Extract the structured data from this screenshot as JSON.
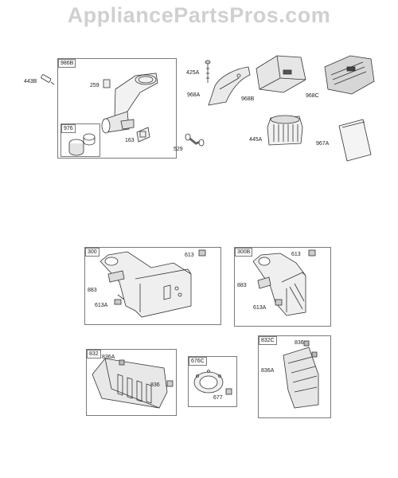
{
  "watermark": "AppliancePartsPros.com",
  "boxes": {
    "b986B": "986B",
    "b976": "976",
    "b300": "300",
    "b300B": "300B",
    "b832": "832",
    "b676C": "676C",
    "b832C": "832C"
  },
  "labels": {
    "p443B": "443B",
    "p259": "259",
    "p163": "163",
    "p425A": "425A",
    "p968A": "968A",
    "p529": "529",
    "p968B": "968B",
    "p445A": "445A",
    "p968C": "968C",
    "p967A": "967A",
    "p613_a": "613",
    "p883_a": "883",
    "p613A_a": "613A",
    "p613_b": "613",
    "p883_b": "883",
    "p613A_b": "613A",
    "p836A_a": "836A",
    "p836_a": "836",
    "p677": "677",
    "p836_b": "836",
    "p836A_b": "836A"
  }
}
